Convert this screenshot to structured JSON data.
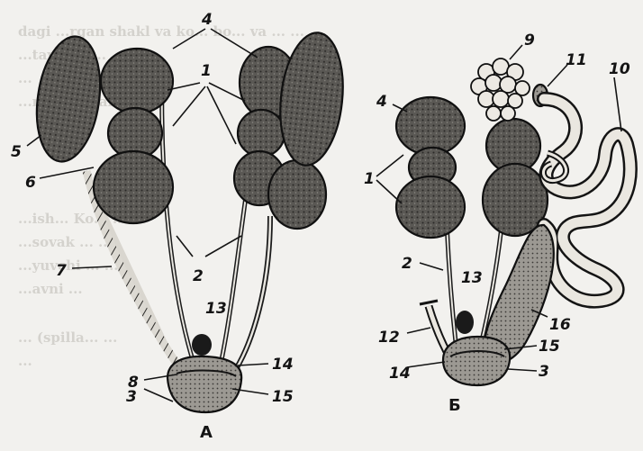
{
  "figure": {
    "panel_a_caption": "A",
    "panel_b_caption": "Б",
    "labels_a": [
      "4",
      "1",
      "5",
      "6",
      "7",
      "2",
      "13",
      "8",
      "14",
      "3",
      "15"
    ],
    "labels_b": [
      "9",
      "11",
      "4",
      "1",
      "10",
      "2",
      "13",
      "12",
      "16",
      "15",
      "14",
      "3"
    ],
    "background_text": [
      "dagi ...rgan shakl va ko... bo... va ... ...",
      "...tayan la... ...",
      "...",
      "...n... ... ...lanli...",
      "...ish... Ko... ... ...",
      "...sovak ... ...",
      "...yuvchi ... ...",
      "...avni ...",
      "... (spilla... ...",
      "..."
    ]
  }
}
